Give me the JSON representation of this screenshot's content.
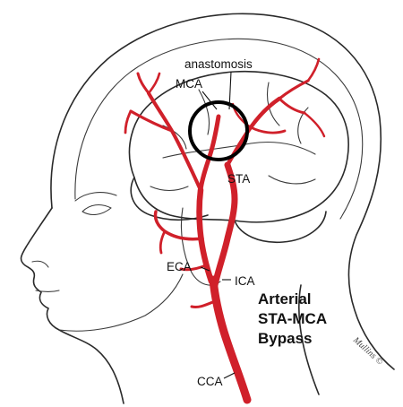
{
  "labels": {
    "anastomosis": "anastomosis",
    "mca": "MCA",
    "sta": "STA",
    "eca": "ECA",
    "ica": "ICA",
    "cca": "CCA"
  },
  "title": {
    "line1": "Arterial",
    "line2": "STA-MCA",
    "line3": "Bypass"
  },
  "signature": "Mullins ©",
  "colors": {
    "artery": "#d0202a",
    "outline": "#2a2a2a",
    "background": "#ffffff"
  }
}
